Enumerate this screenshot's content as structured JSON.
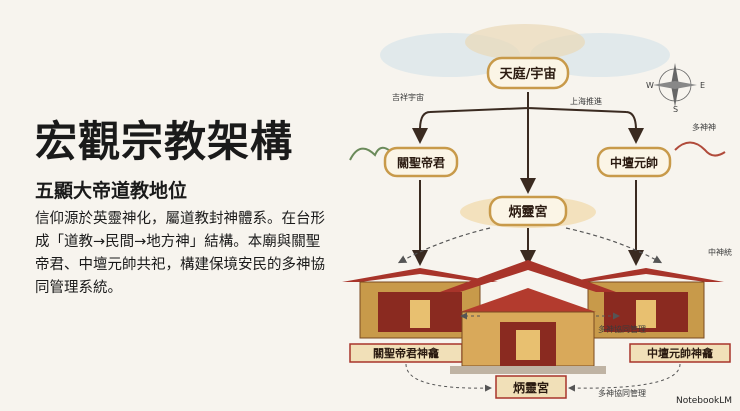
{
  "title": "宏觀宗教架構",
  "subtitle": "五顯大帝道教地位",
  "body": "信仰源於英靈神化，屬道教封神體系。在台形成「道教→民間→地方神」結構。本廟與關聖帝君、中壇元帥共祀，構建保境安民的多神協同管理系統。",
  "diagram": {
    "top": "天庭/宇宙",
    "top_left_note": "吉祥宇宙",
    "top_right_note": "上海推進",
    "left_deity": "關聖帝君",
    "right_deity": "中壇元帥",
    "center": "炳靈宮",
    "right_note_top": "多神神",
    "right_note_side": "中神統",
    "left_shrine": "關聖帝君神龕",
    "right_shrine": "中壇元帥神龕",
    "bottom": "炳靈宮",
    "collab_mid": "多神協同管理",
    "collab_bottom": "多神協同管理",
    "compass_e": "E",
    "compass_s": "S",
    "compass_w": "W"
  },
  "watermark": "NotebookLM",
  "colors": {
    "background": "#f7f4ee",
    "arrow": "#3a2a20",
    "cloud": "#c9d8e0",
    "gold": "#c89a4a",
    "roof": "#a8342a"
  }
}
